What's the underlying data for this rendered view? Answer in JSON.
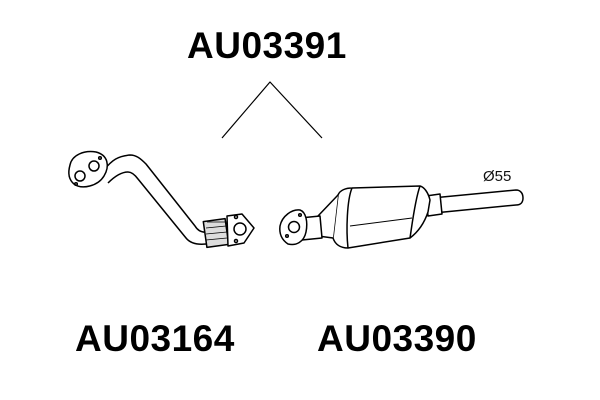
{
  "labels": {
    "assembly": "AU03391",
    "front_pipe": "AU03164",
    "catalytic_converter": "AU03390"
  },
  "dimension": "Ø55"
}
